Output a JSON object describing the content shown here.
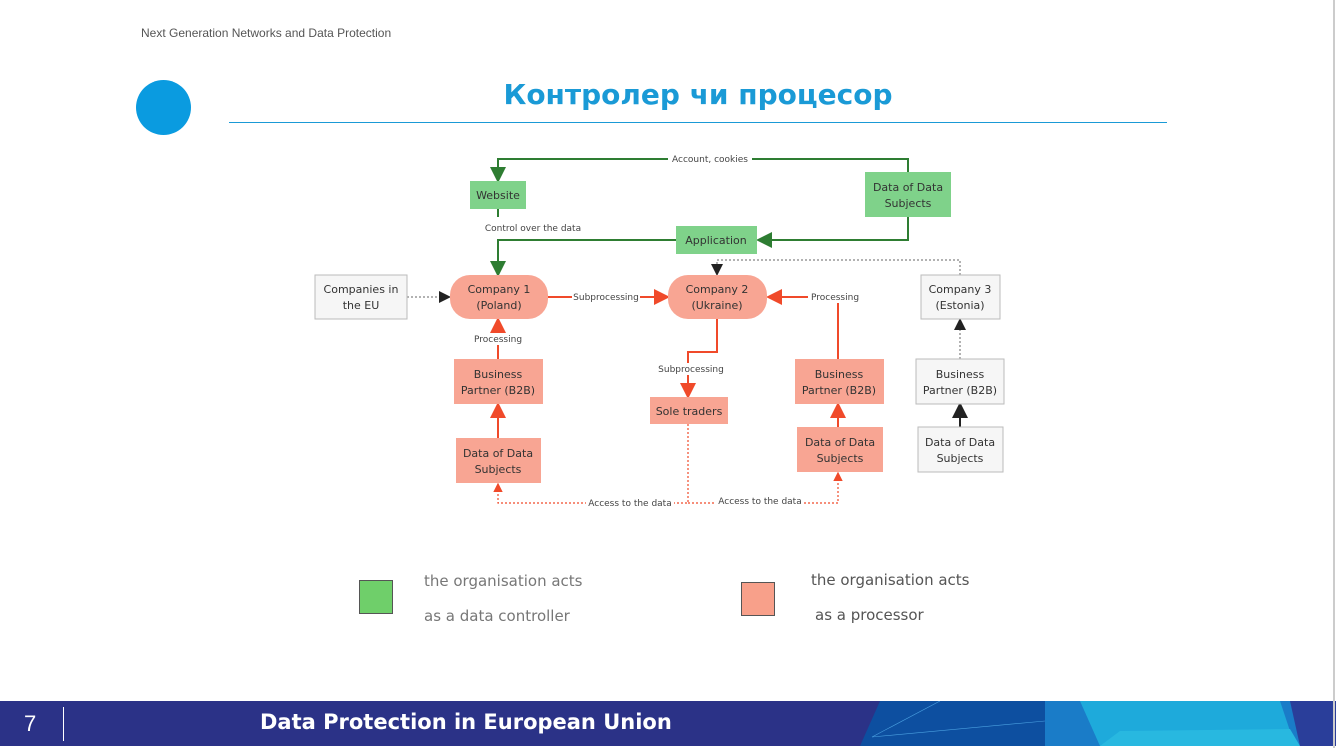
{
  "header": {
    "subtitle": "Next Generation Networks and Data Protection",
    "title": "Контролер чи процесор"
  },
  "diagram": {
    "nodes": {
      "website": "Website",
      "dds_green": [
        "Data of Data",
        "Subjects"
      ],
      "application": "Application",
      "companies_eu": [
        "Companies in",
        "the EU"
      ],
      "company1": [
        "Company 1",
        "(Poland)"
      ],
      "company2": [
        "Company 2",
        "(Ukraine)"
      ],
      "company3": [
        "Company 3",
        "(Estonia)"
      ],
      "bp1": [
        "Business",
        "Partner (B2B)"
      ],
      "sole_traders": "Sole traders",
      "bp2": [
        "Business",
        "Partner (B2B)"
      ],
      "bp3": [
        "Business",
        "Partner (B2B)"
      ],
      "dds1": [
        "Data of Data",
        "Subjects"
      ],
      "dds2": [
        "Data of Data",
        "Subjects"
      ],
      "dds3": [
        "Data of Data",
        "Subjects"
      ]
    },
    "edges": {
      "account_cookies": "Account, cookies",
      "control": "Control over the data",
      "subprocessing1": "Subprocessing",
      "processing1": "Processing",
      "processing2": "Processing",
      "subprocessing2": "Subprocessing",
      "access1": "Access to the data",
      "access2": "Access to the data"
    },
    "colors": {
      "controller": "#7fd28a",
      "processor": "#f8a593",
      "neutral": "#f4f4f4"
    }
  },
  "legend": {
    "controller": [
      "the organisation acts",
      "as a data controller"
    ],
    "processor": [
      "the organisation acts",
      "as a processor"
    ]
  },
  "footer": {
    "page": "7",
    "title": "Data Protection in European Union"
  }
}
